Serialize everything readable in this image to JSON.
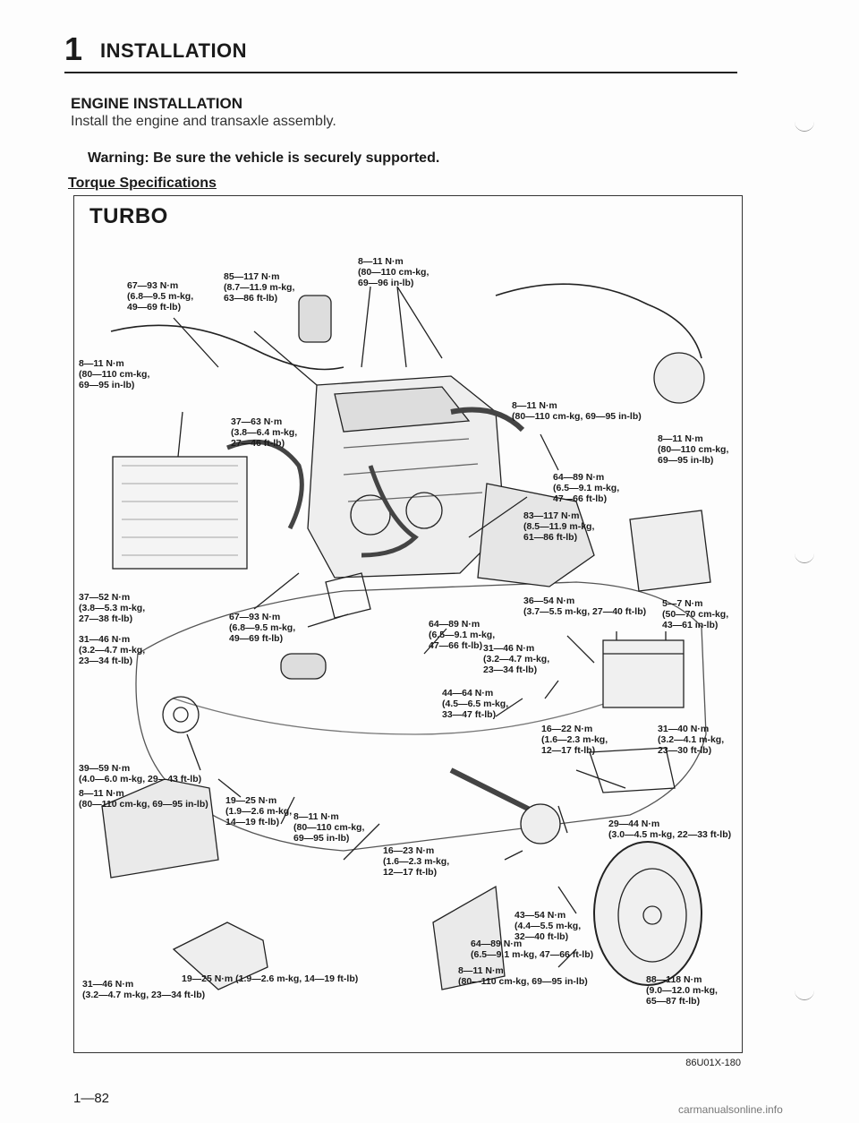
{
  "header": {
    "chapter_number": "1",
    "chapter_title": "INSTALLATION"
  },
  "section": {
    "title": "ENGINE INSTALLATION",
    "subtitle": "Install the engine and transaxle assembly.",
    "warning": "Warning: Be sure the vehicle is securely supported.",
    "torque_heading": "Torque Specifications"
  },
  "diagram": {
    "variant": "TURBO",
    "callouts": [
      "8—11 N·m\n(80—110 cm-kg,\n69—96 in-lb)",
      "85—117 N·m\n(8.7—11.9 m-kg,\n63—86 ft-lb)",
      "67—93 N·m\n(6.8—9.5 m-kg,\n49—69 ft-lb)",
      "8—11 N·m\n(80—110 cm-kg,\n69—95 in-lb)",
      "37—63 N·m\n(3.8—6.4 m-kg,\n27—46 ft-lb)",
      "8—11 N·m\n(80—110 cm-kg, 69—95 in-lb)",
      "8—11 N·m\n(80—110 cm-kg,\n69—95 in-lb)",
      "64—89 N·m\n(6.5—9.1 m-kg,\n47—66 ft-lb)",
      "83—117 N·m\n(8.5—11.9 m-kg,\n61—86 ft-lb)",
      "37—52 N·m\n(3.8—5.3 m-kg,\n27—38 ft-lb)",
      "67—93 N·m\n(6.8—9.5 m-kg,\n49—69 ft-lb)",
      "36—54 N·m\n(3.7—5.5 m-kg, 27—40 ft-lb)",
      "5—7 N·m\n(50—70 cm-kg,\n43—61 in-lb)",
      "31—46 N·m\n(3.2—4.7 m-kg,\n23—34 ft-lb)",
      "64—89 N·m\n(6.5—9.1 m-kg,\n47—66 ft-lb)",
      "31—46 N·m\n(3.2—4.7 m-kg,\n23—34 ft-lb)",
      "44—64 N·m\n(4.5—6.5 m-kg,\n33—47 ft-lb)",
      "16—22 N·m\n(1.6—2.3 m-kg,\n12—17 ft-lb)",
      "31—40 N·m\n(3.2—4.1 m-kg,\n23—30 ft-lb)",
      "39—59 N·m\n(4.0—6.0 m-kg, 29—43 ft-lb)",
      "8—11 N·m\n(80—110 cm-kg, 69—95 in-lb)",
      "19—25 N·m\n(1.9—2.6 m-kg,\n14—19 ft-lb)",
      "8—11 N·m\n(80—110 cm-kg,\n69—95 in-lb)",
      "29—44 N·m\n(3.0—4.5 m-kg, 22—33 ft-lb)",
      "16—23 N·m\n(1.6—2.3 m-kg,\n12—17 ft-lb)",
      "43—54 N·m\n(4.4—5.5 m-kg,\n32—40 ft-lb)",
      "64—89 N·m\n(6.5—9.1 m-kg, 47—66 ft-lb)",
      "19—25 N·m (1.9—2.6 m-kg, 14—19 ft-lb)",
      "31—46 N·m\n(3.2—4.7 m-kg, 23—34 ft-lb)",
      "8—11 N·m\n(80—110 cm-kg, 69—95 in-lb)",
      "88—118 N·m\n(9.0—12.0 m-kg,\n65—87 ft-lb)"
    ],
    "figure_code": "86U01X-180"
  },
  "footer": {
    "page_number": "1—82",
    "watermark": "carmanualsonline.info"
  }
}
